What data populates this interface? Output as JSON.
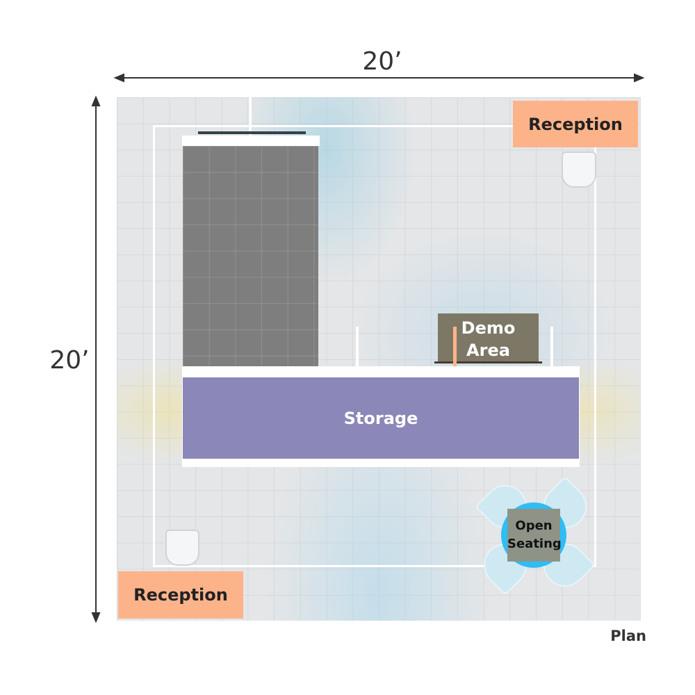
{
  "dimensions": {
    "width": "20’",
    "depth": "20’"
  },
  "zones": {
    "reception_top": "Reception",
    "reception_bottom": "Reception",
    "demo_line1": "Demo",
    "demo_line2": "Area",
    "storage": "Storage",
    "seating_line1": "Open",
    "seating_line2": "Seating"
  },
  "view_label": "Plan",
  "colors": {
    "reception": "#fdb38a",
    "storage": "#8b87b8",
    "demo": "#7d7866",
    "seating_table": "#2ebdf5",
    "panel": "#7e7e7e"
  }
}
